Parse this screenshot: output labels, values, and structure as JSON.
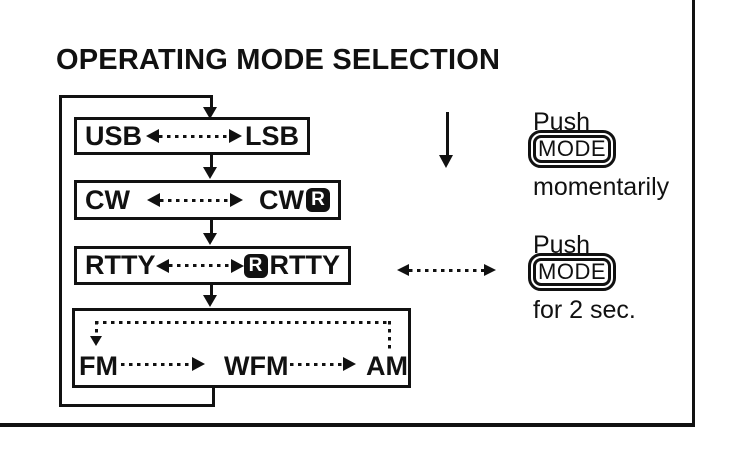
{
  "title": "OPERATING MODE SELECTION",
  "flow": {
    "row1": {
      "left": "USB",
      "right": "LSB"
    },
    "row2": {
      "left": "CW",
      "right": "CW",
      "badge": "R"
    },
    "row3": {
      "left": "RTTY",
      "right": "RTTY",
      "badge": "R"
    },
    "row4": {
      "first": "FM",
      "second": "WFM",
      "third": "AM"
    }
  },
  "legend": {
    "momentary": {
      "action": "Push",
      "button": "MODE",
      "duration": "momentarily"
    },
    "hold": {
      "action": "Push",
      "button": "MODE",
      "duration": "for 2 sec."
    }
  },
  "colors": {
    "ink": "#111111",
    "paper": "#ffffff"
  }
}
